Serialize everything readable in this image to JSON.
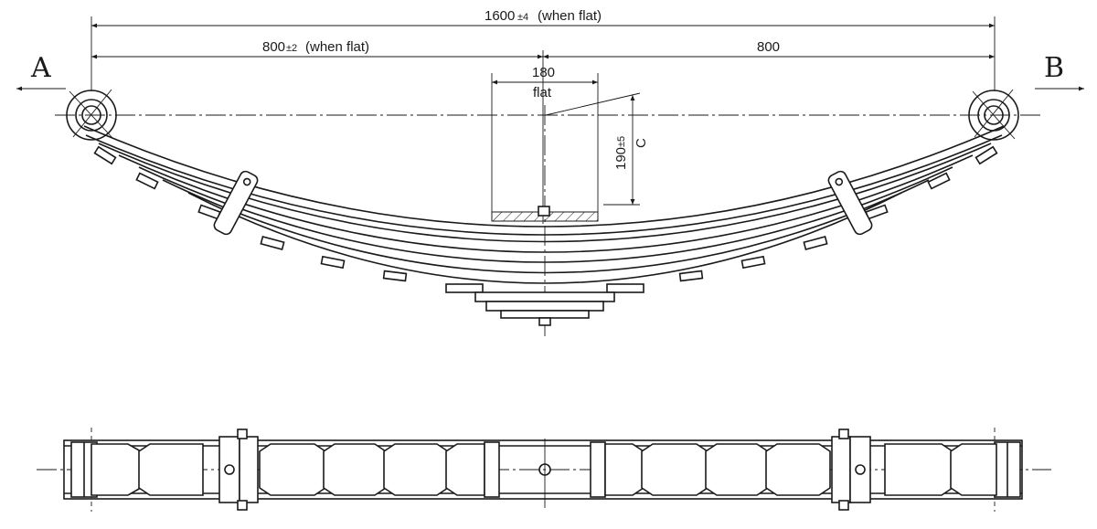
{
  "dimensions": {
    "overall_length": {
      "value": "1600",
      "tol": "±4",
      "note": "(when flat)"
    },
    "left_half": {
      "value": "800",
      "tol": "±2",
      "note": "(when flat)"
    },
    "right_half": {
      "value": "800"
    },
    "seat_width": {
      "value": "180",
      "note": "flat"
    },
    "camber": {
      "value": "190",
      "tol": "±5",
      "label": "C"
    }
  },
  "view_labels": {
    "left": "A",
    "right": "B"
  },
  "colors": {
    "line": "#1a1a1a",
    "background": "#ffffff"
  }
}
